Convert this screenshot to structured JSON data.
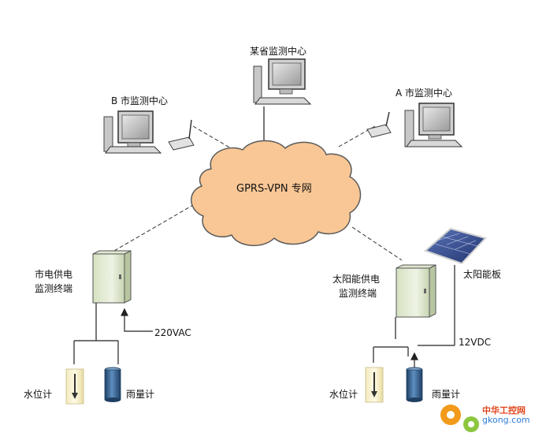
{
  "labels": {
    "province_center": "某省监测中心",
    "city_b_center": "B 市监测中心",
    "city_a_center": "A 市监测中心",
    "network": "GPRS-VPN 专网",
    "mains_terminal_line1": "市电供电",
    "mains_terminal_line2": "监测终端",
    "mains_voltage": "220VAC",
    "solar_terminal_line1": "太阳能供电",
    "solar_terminal_line2": "监测终端",
    "solar_panel": "太阳能板",
    "solar_voltage": "12VDC",
    "water_gauge_left": "水位计",
    "rain_gauge_left": "雨量计",
    "water_gauge_right": "水位计",
    "rain_gauge_right": "雨量计"
  },
  "watermark": {
    "title": "中华工控网",
    "url": "gkong.com"
  },
  "colors": {
    "cloud_fill": "#f9c795",
    "cloud_stroke": "#5b5b5b",
    "cabinet_fill": "#e4ecd4",
    "rain_gauge": "#2f5a86",
    "water_gauge": "#f0e6b8"
  }
}
